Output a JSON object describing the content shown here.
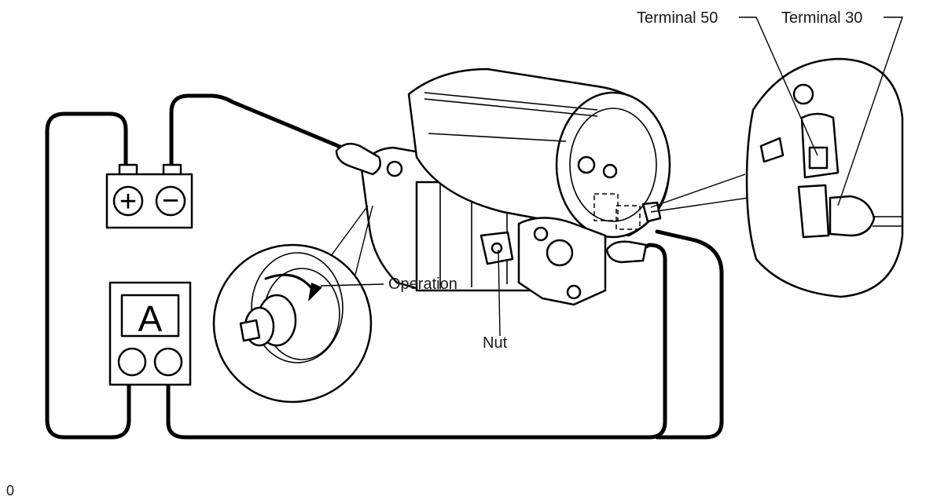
{
  "labels": {
    "terminal_50": "Terminal 50",
    "terminal_30": "Terminal 30",
    "operation": "Operation",
    "nut": "Nut",
    "ammeter_symbol": "A",
    "corner_mark": "0"
  },
  "battery": {
    "positive_symbol": "+",
    "negative_symbol": "−"
  },
  "colors": {
    "line": "#000000",
    "background": "#ffffff"
  }
}
